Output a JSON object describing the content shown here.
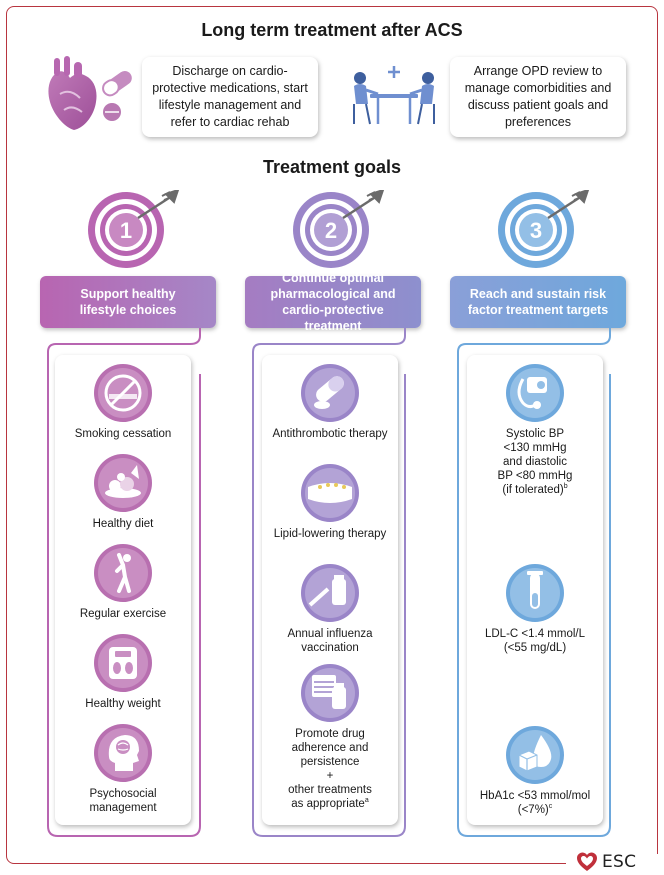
{
  "title": "Long term treatment after ACS",
  "top_boxes": {
    "discharge": "Discharge on cardio-protective medications, start lifestyle management and refer to cardiac rehab",
    "opd": "Arrange OPD review to manage comorbidities and discuss patient goals and preferences"
  },
  "goals_title": "Treatment goals",
  "goals": [
    {
      "number": "1",
      "header": "Support healthy lifestyle choices",
      "color": "#b865b1",
      "items": [
        {
          "icon": "no-smoking-icon",
          "label": "Smoking cessation"
        },
        {
          "icon": "healthy-diet-icon",
          "label": "Healthy diet"
        },
        {
          "icon": "exercise-icon",
          "label": "Regular exercise"
        },
        {
          "icon": "scale-icon",
          "label": "Healthy weight"
        },
        {
          "icon": "brain-head-icon",
          "label": "Psychosocial management"
        }
      ]
    },
    {
      "number": "2",
      "header": "Continue optimal pharmacological  and cardio-protective treatment",
      "color": "#9a85c8",
      "items": [
        {
          "icon": "pill-icon",
          "label": "Antithrombotic therapy"
        },
        {
          "icon": "artery-plaque-icon",
          "label": "Lipid-lowering therapy"
        },
        {
          "icon": "vaccine-icon",
          "label": "Annual influenza vaccination"
        },
        {
          "icon": "calendar-bottle-icon",
          "label_lines": [
            "Promote drug",
            "adherence and",
            "persistence",
            "+",
            "other treatments",
            "as appropriate"
          ],
          "footnote": "a"
        }
      ]
    },
    {
      "number": "3",
      "header": "Reach and sustain risk factor treatment targets",
      "color": "#6ea8dc",
      "items": [
        {
          "icon": "blood-pressure-icon",
          "label_lines": [
            "Systolic BP",
            "<130 mmHg",
            "and diastolic",
            "BP <80 mmHg",
            "(if tolerated)"
          ],
          "footnote": "b"
        },
        {
          "icon": "test-tube-icon",
          "label_lines": [
            "LDL-C <1.4 mmol/L",
            "(<55 mg/dL)"
          ]
        },
        {
          "icon": "sugar-drop-icon",
          "label_lines": [
            "HbA1c <53 mmol/mol",
            "(<7%)"
          ],
          "footnote": "c"
        }
      ]
    }
  ],
  "logo": "ESC",
  "colors": {
    "frame": "#b8353f",
    "purple": "#b865b1",
    "violet": "#9a85c8",
    "blue": "#6ea8dc"
  }
}
